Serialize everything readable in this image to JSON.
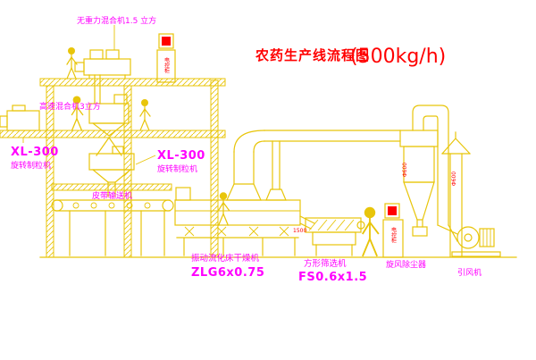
{
  "diagram": {
    "title": {
      "name": "农药生产线流程图",
      "capacity": "(500kg/h)"
    },
    "equipment_labels": {
      "gravity_mixer": "无重力混合机1.5 立方",
      "high_speed_mixer": "高速混合机3立方",
      "granulator_left": {
        "model": "XL-300",
        "name": "旋转制粒机"
      },
      "granulator_right": {
        "model": "XL-300",
        "name": "旋转制粒机"
      },
      "belt_conveyor": "皮带输送机",
      "fluid_bed_dryer": {
        "name": "振动流化床干燥机",
        "model": "ZLG6x0.75"
      },
      "square_sieve": {
        "name": "方形筛选机",
        "model": "FS0.6x1.5"
      },
      "cyclone": "旋风除尘器",
      "induced_draft_fan": "引风机",
      "control_cabinet": "电控柜"
    },
    "annotations": {
      "cyclone_dia": "Φ600",
      "stack_dia": "Φ600",
      "dryer_dim": "1500"
    },
    "colors": {
      "line": "#E8C50A",
      "label": "#FF00FF",
      "title": "#FF0000",
      "background": "#FFFFFF"
    }
  }
}
